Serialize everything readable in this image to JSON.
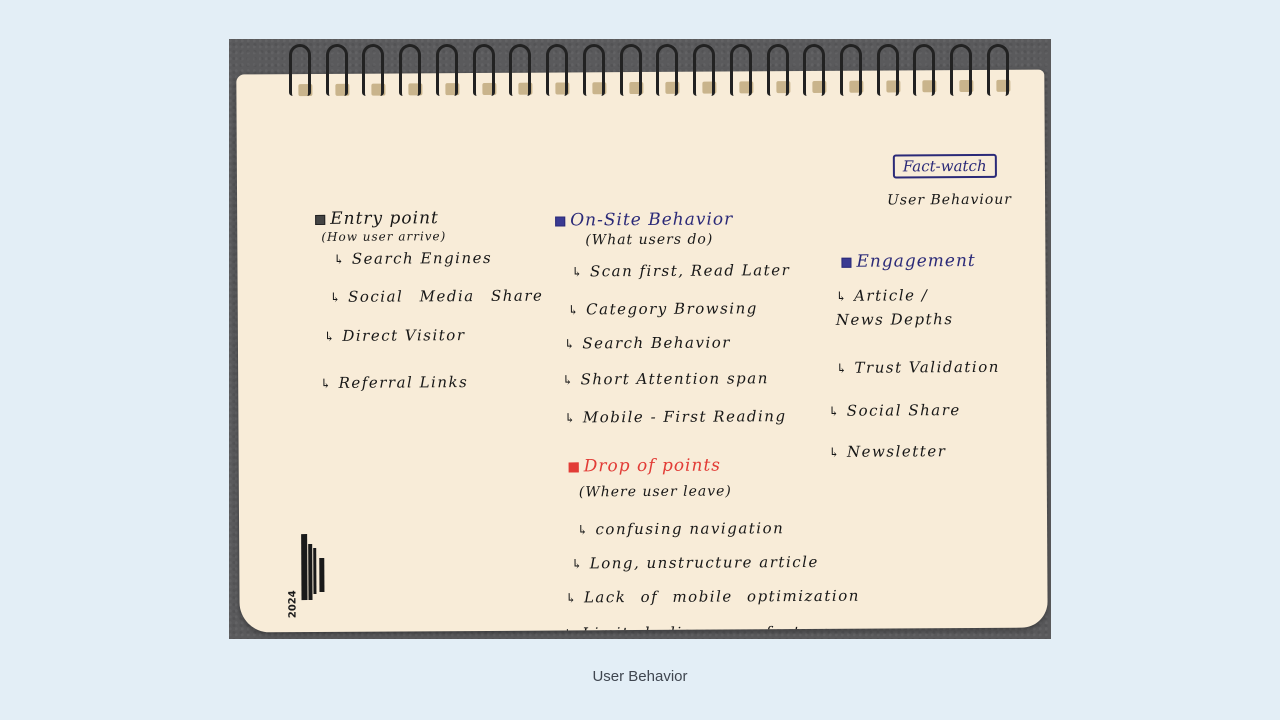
{
  "caption": "User Behavior",
  "notebook": {
    "tag": "Fact-watch",
    "tag_subtitle": "User Behaviour",
    "stamp_text": "2024",
    "entry": {
      "title": "Entry point",
      "subtitle": "(How user arrive)",
      "items": [
        "Search Engines",
        "Social Media Share",
        "Direct Visitor",
        "Referral Links"
      ]
    },
    "onsite": {
      "title": "On-Site Behavior",
      "subtitle": "(What users do)",
      "items": [
        "Scan first, Read Later",
        "Category Browsing",
        "Search Behavior",
        "Short Attention span",
        "Mobile - First Reading"
      ]
    },
    "engagement": {
      "title": "Engagement",
      "items": [
        "Article / News Depths",
        "Trust Validation",
        "Social Share",
        "Newsletter"
      ]
    },
    "dropoff": {
      "title": "Drop of points",
      "subtitle": "(Where user leave)",
      "items": [
        "confusing navigation",
        "Long, unstructure article",
        "Lack of mobile optimization",
        "Limited discovery feature."
      ]
    }
  },
  "colors": {
    "background": "#e3eef6",
    "paper": "#f8ecd8",
    "ink_blue": "#2b2a78",
    "ink_red": "#e23c36",
    "ink_black": "#171717"
  }
}
